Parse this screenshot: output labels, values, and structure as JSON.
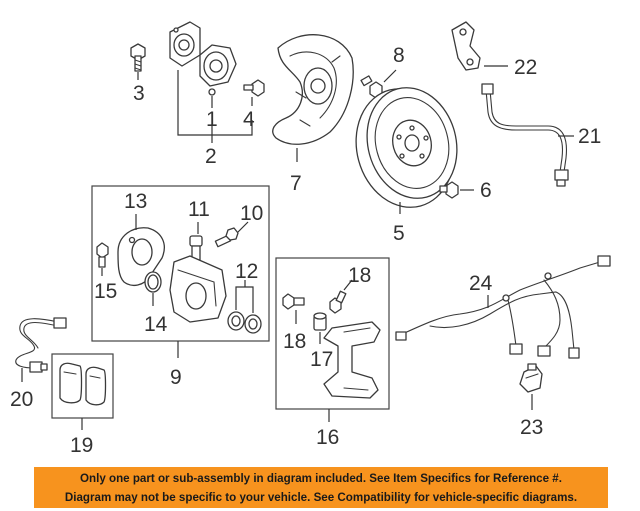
{
  "callouts": {
    "c1": "1",
    "c2": "2",
    "c3": "3",
    "c4": "4",
    "c5": "5",
    "c6": "6",
    "c7": "7",
    "c8": "8",
    "c9": "9",
    "c10": "10",
    "c11": "11",
    "c12": "12",
    "c13": "13",
    "c14": "14",
    "c15": "15",
    "c16": "16",
    "c17": "17",
    "c18a": "18",
    "c18b": "18",
    "c19": "19",
    "c20": "20",
    "c21": "21",
    "c22": "22",
    "c23": "23",
    "c24": "24"
  },
  "disclaimer": {
    "line1": "Only one part or sub-assembly in diagram included. See Item Specifics for Reference #.",
    "line2": "Diagram may not be specific to your vehicle. See Compatibility for vehicle-specific diagrams."
  },
  "colors": {
    "banner": "#f7931e",
    "line": "#3a3a3a"
  }
}
